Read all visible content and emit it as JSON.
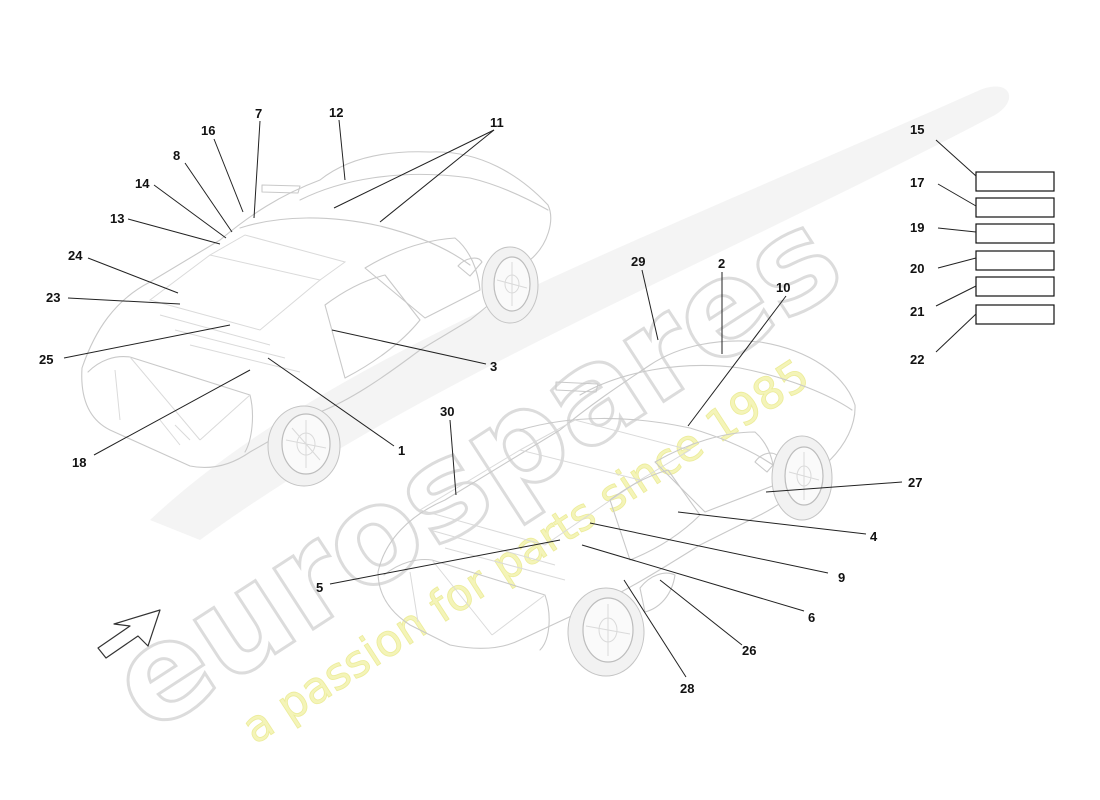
{
  "watermark": {
    "brand": "eurospares",
    "tagline": "a passion for parts since 1985",
    "brand_color": "#e2e2e2",
    "tagline_color": "#f3f3b0"
  },
  "callouts": [
    {
      "id": "1",
      "label": "1"
    },
    {
      "id": "2",
      "label": "2"
    },
    {
      "id": "3",
      "label": "3"
    },
    {
      "id": "4",
      "label": "4"
    },
    {
      "id": "5",
      "label": "5"
    },
    {
      "id": "6",
      "label": "6"
    },
    {
      "id": "7",
      "label": "7"
    },
    {
      "id": "8",
      "label": "8"
    },
    {
      "id": "9",
      "label": "9"
    },
    {
      "id": "10",
      "label": "10"
    },
    {
      "id": "11",
      "label": "11"
    },
    {
      "id": "12",
      "label": "12"
    },
    {
      "id": "13",
      "label": "13"
    },
    {
      "id": "14",
      "label": "14"
    },
    {
      "id": "15",
      "label": "15"
    },
    {
      "id": "16",
      "label": "16"
    },
    {
      "id": "17",
      "label": "17"
    },
    {
      "id": "18",
      "label": "18"
    },
    {
      "id": "19",
      "label": "19"
    },
    {
      "id": "20",
      "label": "20"
    },
    {
      "id": "21",
      "label": "21"
    },
    {
      "id": "22",
      "label": "22"
    },
    {
      "id": "23",
      "label": "23"
    },
    {
      "id": "24",
      "label": "24"
    },
    {
      "id": "25",
      "label": "25"
    },
    {
      "id": "26",
      "label": "26"
    },
    {
      "id": "27",
      "label": "27"
    },
    {
      "id": "28",
      "label": "28"
    },
    {
      "id": "29",
      "label": "29"
    },
    {
      "id": "30",
      "label": "30"
    }
  ],
  "icons": {
    "direction_arrow": "arrow-icon"
  },
  "colors": {
    "car_outline": "#c9c9c9",
    "callout_text": "#111111",
    "leader_line": "#222222"
  }
}
